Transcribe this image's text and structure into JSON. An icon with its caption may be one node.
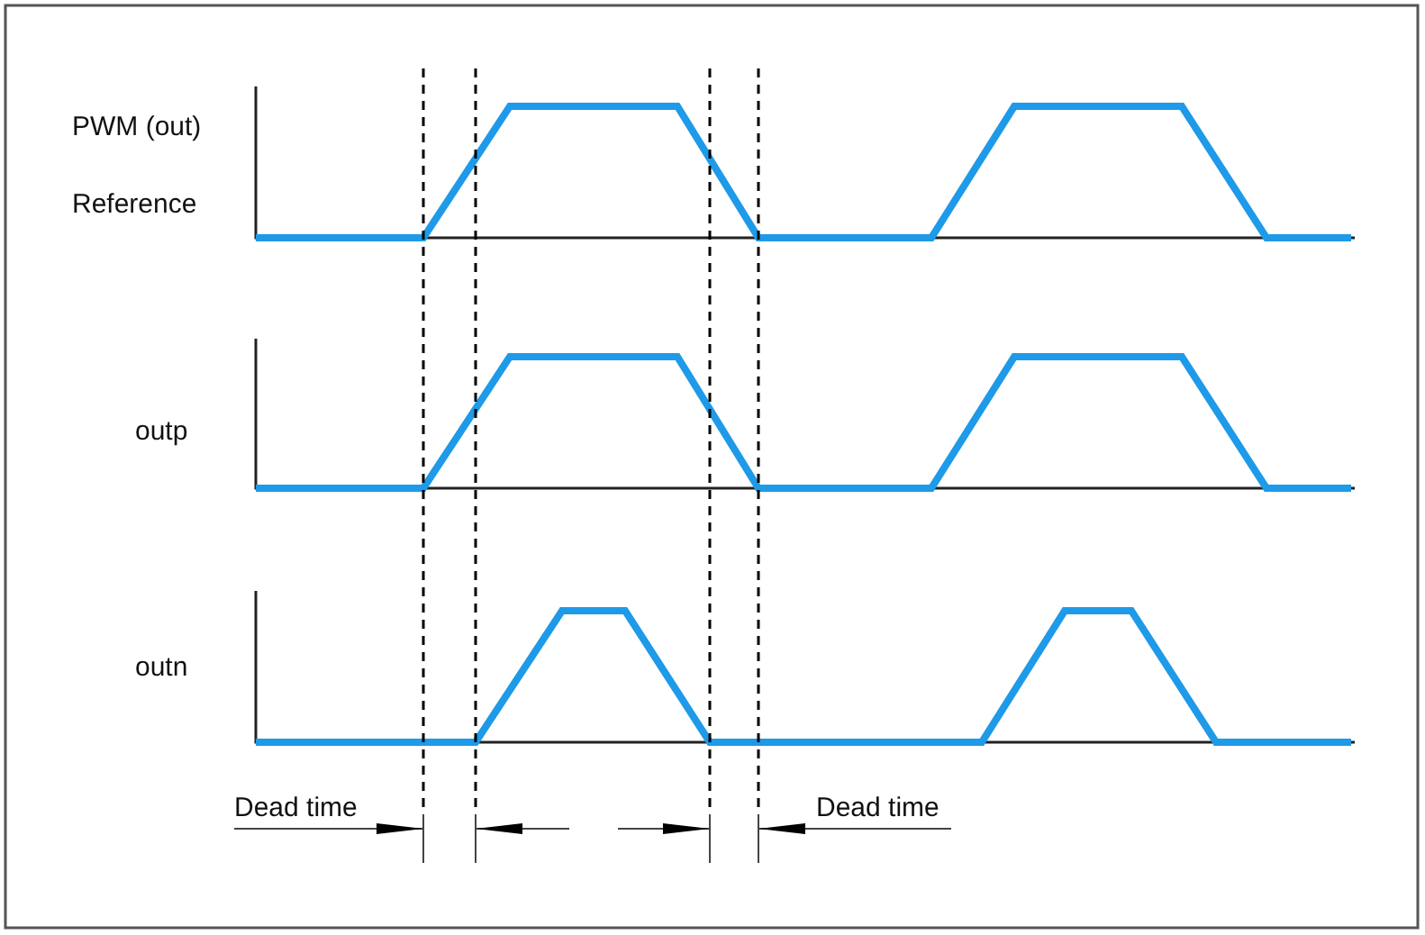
{
  "diagram": {
    "labels": [
      "PWM (out)",
      "Reference",
      "outp",
      "outn",
      "Dead time",
      "Dead time"
    ]
  }
}
